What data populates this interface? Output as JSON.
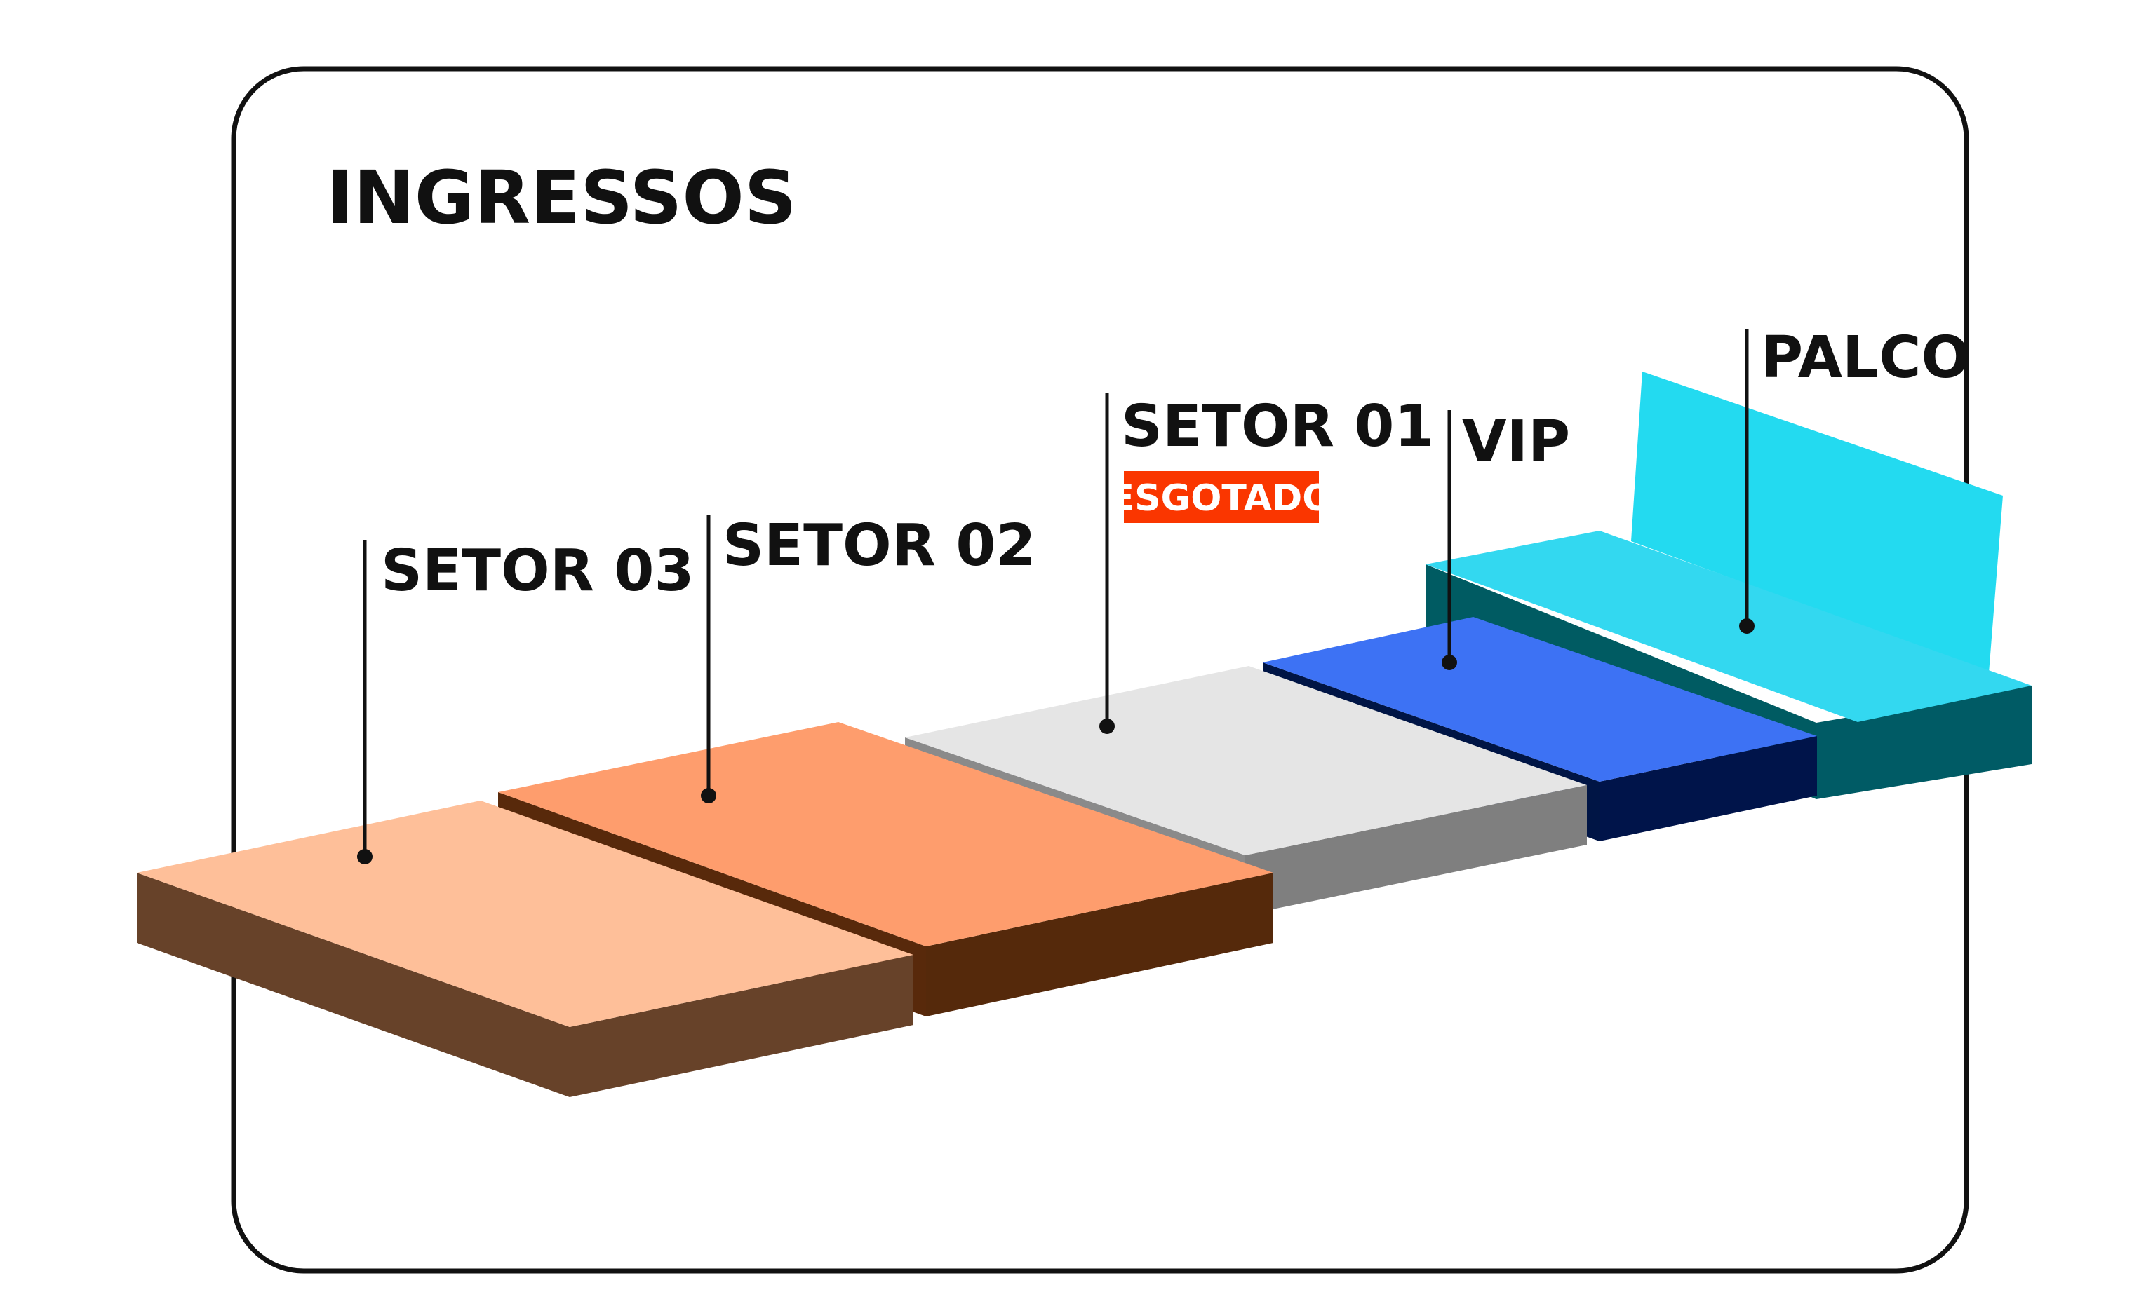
{
  "title": "INGRESSOS",
  "zones": {
    "setor03": {
      "label": "SETOR 03",
      "top": "#FEBF99",
      "left": "#FEBF99",
      "front": "#674229"
    },
    "setor02": {
      "label": "SETOR 02",
      "top": "#FE9D6D",
      "left": "#58290B",
      "front": "#55290B"
    },
    "setor01": {
      "label": "SETOR 01",
      "status": "ESGOTADO",
      "top": "#E5E5E5",
      "left": "#8A8A8A",
      "front": "#7F7F7F"
    },
    "vip": {
      "label": "VIP",
      "top": "#3D72F4",
      "left": "#001545",
      "front": "#00144A"
    },
    "palco": {
      "label": "PALCO",
      "top": "#33D8F0",
      "left": "#005B62",
      "front": "#005B65",
      "back": "#23DAF0"
    }
  },
  "colors": {
    "outline": "#111111",
    "badge": "#FA3600"
  }
}
